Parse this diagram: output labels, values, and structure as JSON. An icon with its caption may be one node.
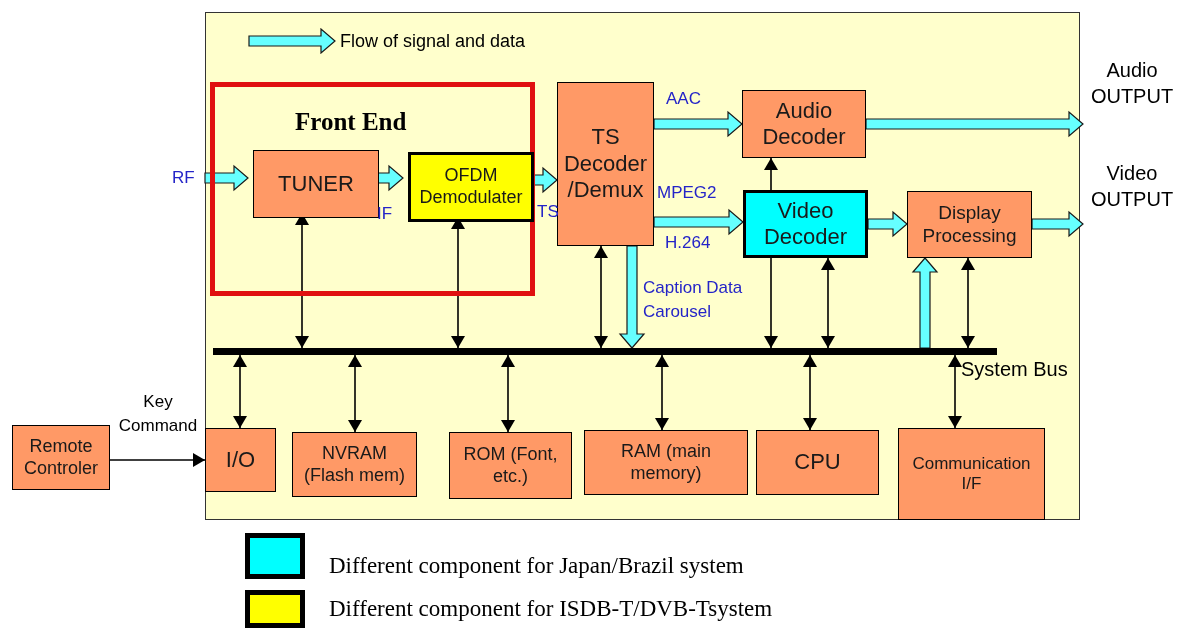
{
  "diagram": {
    "nodes": [
      {
        "text": [
          "Front End"
        ]
      },
      {
        "text": [
          "TUNER"
        ],
        "in": 0
      },
      {
        "text": [
          "OFDM Demodulater"
        ],
        "in": 0
      },
      {
        "text": [
          "TS Decoder /Demux"
        ]
      },
      {
        "text": [
          "Audio Decoder"
        ]
      },
      {
        "text": [
          "Video Decoder"
        ]
      },
      {
        "text": [
          "Display Processing"
        ]
      },
      {
        "text": [
          "System Bus"
        ]
      },
      {
        "text": [
          "I/O"
        ]
      },
      {
        "text": [
          "NVRAM (Flash mem)"
        ]
      },
      {
        "text": [
          "ROM (Font, etc.)"
        ]
      },
      {
        "text": [
          "RAM (main memory)"
        ]
      },
      {
        "text": [
          "CPU"
        ]
      },
      {
        "text": [
          "Communication I/F"
        ]
      },
      {
        "text": [
          "Remote Controler"
        ]
      },
      {
        "text": [
          "Audio OUTPUT"
        ]
      },
      {
        "text": [
          "Video OUTPUT"
        ]
      }
    ],
    "edges": [
      {
        "from": null,
        "to": 1,
        "arrow": "to",
        "label": "RF",
        "style": "thick",
        "color": "#66ffff"
      },
      {
        "from": 1,
        "to": 2,
        "arrow": "to",
        "label": "IF",
        "style": "thick",
        "color": "#66ffff"
      },
      {
        "from": 2,
        "to": 3,
        "arrow": "to",
        "label": "TS",
        "style": "thick",
        "color": "#66ffff"
      },
      {
        "from": 3,
        "to": 4,
        "arrow": "to",
        "label": "AAC",
        "style": "thick",
        "color": "#66ffff"
      },
      {
        "from": 3,
        "to": 5,
        "arrow": "to",
        "label": "MPEG2",
        "style": "thick",
        "color": "#66ffff"
      },
      {
        "from": 4,
        "to": 15,
        "arrow": "to",
        "style": "thick",
        "color": "#66ffff"
      },
      {
        "from": 5,
        "to": 6,
        "arrow": "to",
        "style": "thick",
        "color": "#66ffff"
      },
      {
        "from": 6,
        "to": 16,
        "arrow": "to",
        "style": "thick",
        "color": "#66ffff"
      },
      {
        "from": 3,
        "to": 7,
        "arrow": "to",
        "label": "Caption Data Carousel",
        "style": "thick",
        "color": "#66ffff"
      },
      {
        "from": 7,
        "to": 6,
        "arrow": "to",
        "style": "thick",
        "color": "#66ffff"
      },
      {
        "from": 1,
        "to": 7,
        "arrow": "both"
      },
      {
        "from": 2,
        "to": 7,
        "arrow": "both"
      },
      {
        "from": 3,
        "to": 7,
        "arrow": "both"
      },
      {
        "from": 5,
        "to": 4,
        "arrow": "to"
      },
      {
        "from": 5,
        "to": 7,
        "arrow": "to"
      },
      {
        "from": 5,
        "to": 7,
        "arrow": "both"
      },
      {
        "from": 6,
        "to": 7,
        "arrow": "both"
      },
      {
        "from": 7,
        "to": 8,
        "arrow": "both"
      },
      {
        "from": 7,
        "to": 9,
        "arrow": "both"
      },
      {
        "from": 7,
        "to": 10,
        "arrow": "both"
      },
      {
        "from": 7,
        "to": 11,
        "arrow": "both"
      },
      {
        "from": 7,
        "to": 12,
        "arrow": "both"
      },
      {
        "from": 7,
        "to": 13,
        "arrow": "both"
      },
      {
        "from": 14,
        "to": 8,
        "arrow": "to",
        "label": "Key Command"
      }
    ],
    "labels": [
      "H.264"
    ],
    "legend": [
      {
        "text": "Flow of signal and data"
      },
      {
        "text": "Different component for Japan/Brazil system",
        "color": "#00ffff"
      },
      {
        "text": "Different component for ISDB-T/DVB-Tsystem",
        "color": "#ffff00"
      }
    ]
  }
}
